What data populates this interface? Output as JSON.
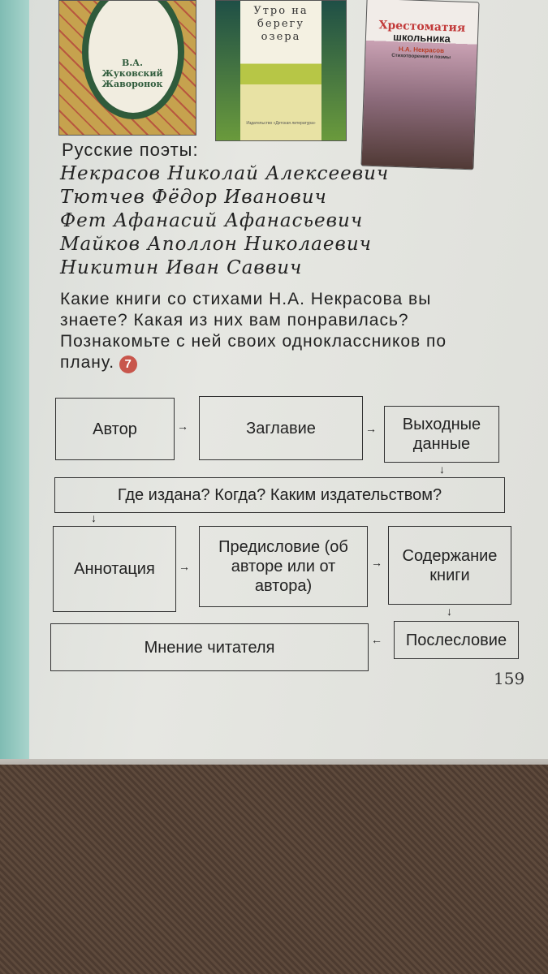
{
  "covers": [
    {
      "author": "В.А. Жуковский",
      "title": "Жаворонок"
    },
    {
      "title": "Утро на берегу озера",
      "publisher": "Издательство «Детская литература»"
    },
    {
      "series": "Хрестоматия",
      "series2": "школьника",
      "author": "Н.А. Некрасов",
      "subtitle": "Стихотворения и поэмы"
    }
  ],
  "heading": "Русские поэты:",
  "poets": [
    "Некрасов Николай Алексеевич",
    "Тютчев Фёдор Иванович",
    "Фет Афанасий Афанасьевич",
    "Майков Аполлон Николаевич",
    "Никитин Иван Саввич"
  ],
  "question": "Какие книги со стихами Н.А. Некрасова вы знаете? Какая из них вам понравилась? Познакомьте с ней своих одноклассников по плану.",
  "badge": "7",
  "plan": {
    "author": "Автор",
    "title": "Заглавие",
    "imprint": "Выходные данные",
    "where": "Где издана? Когда? Каким издательством?",
    "annotation": "Аннотация",
    "preface": "Предисловие (об авторе или от автора)",
    "contents": "Содержание книги",
    "afterword": "Послесловие",
    "opinion": "Мнение читателя"
  },
  "page_number": "159"
}
